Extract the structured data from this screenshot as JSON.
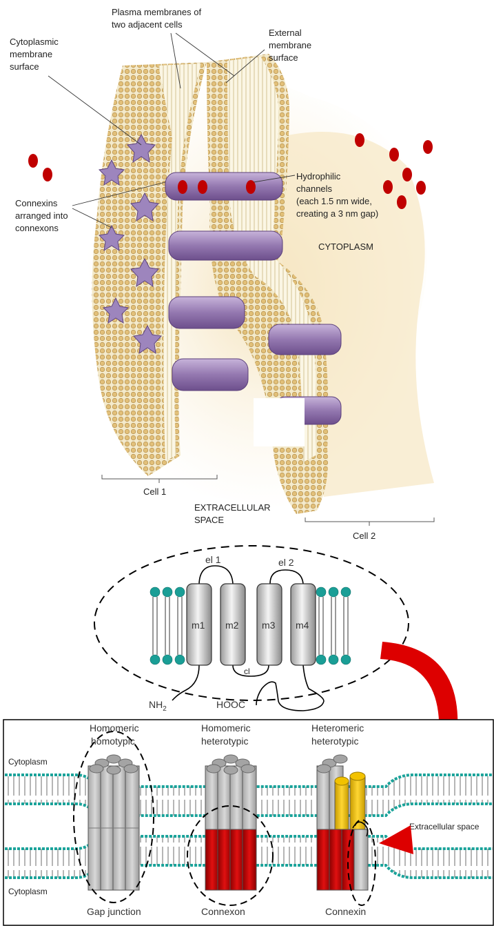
{
  "top_panel": {
    "labels": {
      "plasma_membranes_l1": "Plasma membranes of",
      "plasma_membranes_l2": "two adjacent cells",
      "cytoplasmic_l1": "Cytoplasmic",
      "cytoplasmic_l2": "membrane",
      "cytoplasmic_l3": "surface",
      "external_l1": "External",
      "external_l2": "membrane",
      "external_l3": "surface",
      "hydrophilic_l1": "Hydrophilic",
      "hydrophilic_l2": "channels",
      "hydrophilic_l3": "(each 1.5 nm wide,",
      "hydrophilic_l4": "creating a 3 nm gap)",
      "connexins_l1": "Connexins",
      "connexins_l2": "arranged into",
      "connexins_l3": "connexons",
      "cytoplasm": "CYTOPLASM",
      "extracellular_l1": "EXTRACELLULAR",
      "extracellular_l2": "SPACE",
      "cell1": "Cell 1",
      "cell2": "Cell 2"
    }
  },
  "middle_panel": {
    "segments": [
      "m1",
      "m2",
      "m3",
      "m4"
    ],
    "loops": [
      "el 1",
      "el 2"
    ],
    "cytoplasmic_loop": "cl",
    "n_terminus": "NH",
    "n_terminus_sub": "2",
    "c_terminus": "HOOC"
  },
  "bottom_panel": {
    "types": [
      {
        "line1": "Homomeric",
        "line2": "homotypic"
      },
      {
        "line1": "Homomeric",
        "line2": "heterotypic"
      },
      {
        "line1": "Heteromeric",
        "line2": "heterotypic"
      }
    ],
    "cytoplasm_top": "Cytoplasm",
    "cytoplasm_bottom": "Cytoplasm",
    "extracellular": "Extracellular space",
    "captions": [
      "Gap junction",
      "Connexon",
      "Connexin"
    ]
  },
  "colors": {
    "ion": "#c00000",
    "connexin_purple": "#9b7fb5",
    "lipid_head": "#e3c27a",
    "red_connexin": "#cc0000",
    "yellow_connexin": "#f2c200",
    "teal_head": "#1aa39a"
  }
}
